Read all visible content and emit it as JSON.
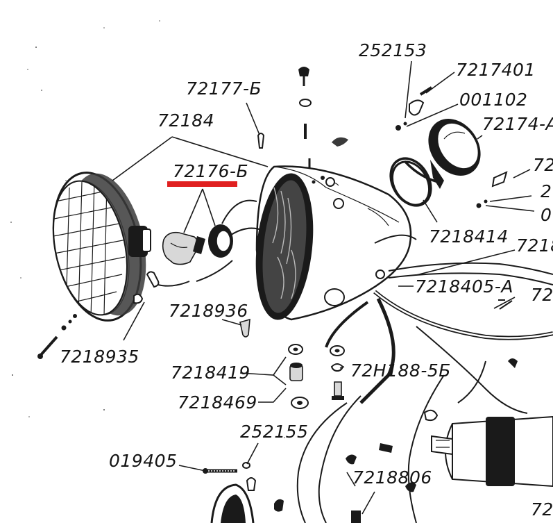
{
  "highlight_color": "#e02020",
  "ink_color": "#1a1a1a",
  "labels": {
    "l_252153": "252153",
    "l_7217401": "7217401",
    "l_001102": "001102",
    "l_72174a": "72174-А",
    "l_72177b": "72177-Б",
    "l_72184": "72184",
    "l_72176b": "72176-Б",
    "l_72_right1": "72",
    "l_2_right": "2",
    "l_0_right": "0",
    "l_7218414": "7218414",
    "l_7218_right": "7218",
    "l_7218405a": "7218405-А",
    "l_72_right2": "72",
    "l_7218936": "7218936",
    "l_7218935": "7218935",
    "l_7218419": "7218419",
    "l_72h188_5b": "72Н188-5Б",
    "l_7218469": "7218469",
    "l_252155": "252155",
    "l_019405": "019405",
    "l_7218806": "7218806",
    "l_72_bottom": "72"
  },
  "icons": {
    "headlamp_rim": "headlamp-rim-icon",
    "headlamp_housing": "headlamp-housing-icon",
    "bulb": "bulb-icon",
    "socket": "bulb-socket-icon",
    "speedometer": "speedometer-icon",
    "ignition_coil": "ignition-coil-icon",
    "horn": "horn-icon",
    "wire_harness": "wire-harness-icon"
  }
}
